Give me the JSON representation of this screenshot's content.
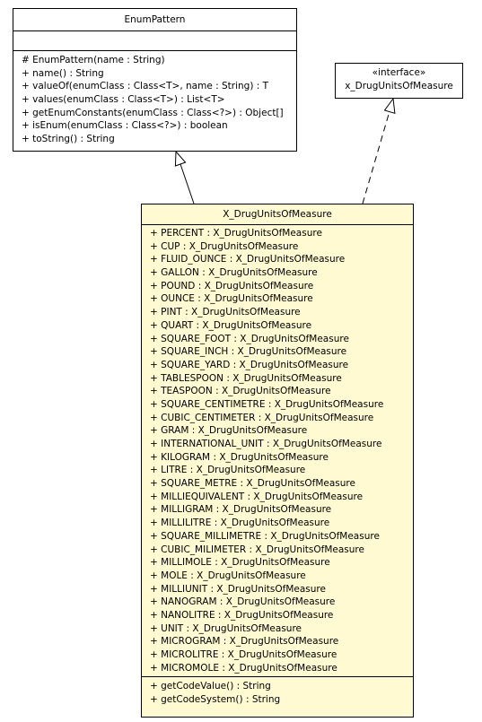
{
  "enum_pattern": {
    "name": "EnumPattern",
    "operations": [
      "# EnumPattern(name : String)",
      "+ name() : String",
      "+ valueOf(enumClass : Class<T>, name : String) : T",
      "+ values(enumClass : Class<T>) : List<T>",
      "+ getEnumConstants(enumClass : Class<?>) : Object[]",
      "+ isEnum(enumClass : Class<?>) : boolean",
      "+ toString() : String"
    ]
  },
  "interface": {
    "stereotype": "«interface»",
    "name": "x_DrugUnitsOfMeasure"
  },
  "drug_units_class": {
    "name": "X_DrugUnitsOfMeasure",
    "attributes": [
      "+ PERCENT : X_DrugUnitsOfMeasure",
      "+ CUP : X_DrugUnitsOfMeasure",
      "+ FLUID_OUNCE : X_DrugUnitsOfMeasure",
      "+ GALLON : X_DrugUnitsOfMeasure",
      "+ POUND : X_DrugUnitsOfMeasure",
      "+ OUNCE : X_DrugUnitsOfMeasure",
      "+ PINT : X_DrugUnitsOfMeasure",
      "+ QUART : X_DrugUnitsOfMeasure",
      "+ SQUARE_FOOT : X_DrugUnitsOfMeasure",
      "+ SQUARE_INCH : X_DrugUnitsOfMeasure",
      "+ SQUARE_YARD : X_DrugUnitsOfMeasure",
      "+ TABLESPOON : X_DrugUnitsOfMeasure",
      "+ TEASPOON : X_DrugUnitsOfMeasure",
      "+ SQUARE_CENTIMETRE : X_DrugUnitsOfMeasure",
      "+ CUBIC_CENTIMETER : X_DrugUnitsOfMeasure",
      "+ GRAM : X_DrugUnitsOfMeasure",
      "+ INTERNATIONAL_UNIT : X_DrugUnitsOfMeasure",
      "+ KILOGRAM : X_DrugUnitsOfMeasure",
      "+ LITRE : X_DrugUnitsOfMeasure",
      "+ SQUARE_METRE : X_DrugUnitsOfMeasure",
      "+ MILLIEQUIVALENT : X_DrugUnitsOfMeasure",
      "+ MILLIGRAM : X_DrugUnitsOfMeasure",
      "+ MILLILITRE : X_DrugUnitsOfMeasure",
      "+ SQUARE_MILLIMETRE : X_DrugUnitsOfMeasure",
      "+ CUBIC_MILIMETER : X_DrugUnitsOfMeasure",
      "+ MILLIMOLE : X_DrugUnitsOfMeasure",
      "+ MOLE : X_DrugUnitsOfMeasure",
      "+ MILLIUNIT : X_DrugUnitsOfMeasure",
      "+ NANOGRAM : X_DrugUnitsOfMeasure",
      "+ NANOLITRE : X_DrugUnitsOfMeasure",
      "+ UNIT : X_DrugUnitsOfMeasure",
      "+ MICROGRAM : X_DrugUnitsOfMeasure",
      "+ MICROLITRE : X_DrugUnitsOfMeasure",
      "+ MICROMOLE : X_DrugUnitsOfMeasure"
    ],
    "operations": [
      "+ getCodeValue() : String",
      "+ getCodeSystem() : String"
    ]
  },
  "colors": {
    "class_fill": "#fffad2",
    "line": "#000000",
    "background": "#ffffff"
  },
  "relations": [
    {
      "type": "generalization",
      "from": "X_DrugUnitsOfMeasure",
      "to": "EnumPattern"
    },
    {
      "type": "realization",
      "from": "X_DrugUnitsOfMeasure",
      "to": "x_DrugUnitsOfMeasure"
    }
  ]
}
